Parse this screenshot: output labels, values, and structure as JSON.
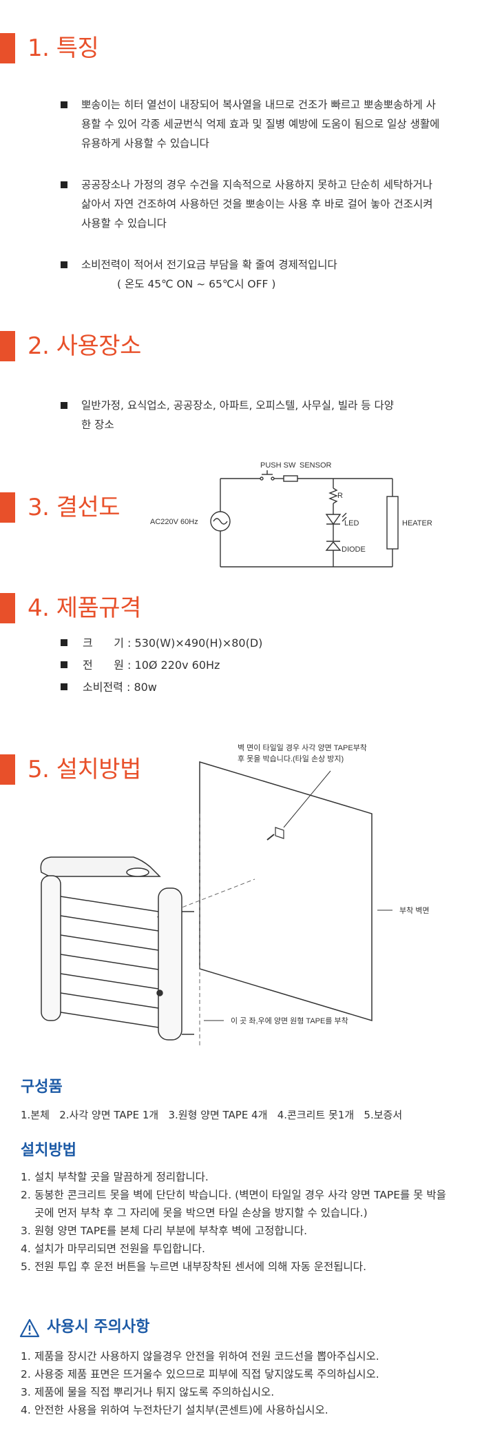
{
  "sections": {
    "features": {
      "title": "1. 특징",
      "items": [
        "뽀송이는 히터 열선이 내장되어 복사열을 내므로 건조가 빠르고 뽀송뽀송하게 사용할 수 있어 각종 세균번식 억제 효과 및 질병 예방에 도움이 됨으로 일상 생활에 유용하게 사용할 수 있습니다",
        "공공장소나 가정의 경우 수건을 지속적으로 사용하지 못하고 단순히 세탁하거나 삶아서 자연 건조하여 사용하던 것을 뽀송이는 사용 후 바로 걸어 놓아 건조시켜 사용할 수 있습니다",
        "소비전력이 적어서 전기요금 부담을 확 줄여 경제적입니다"
      ],
      "temp_note": "( 온도 45℃ ON ~ 65℃시 OFF )"
    },
    "usage": {
      "title": "2. 사용장소",
      "items": [
        "일반가정, 요식업소, 공공장소, 아파트, 오피스텔, 사무실, 빌라 등 다양한 장소"
      ]
    },
    "wiring": {
      "title": "3. 결선도",
      "labels": {
        "push_sw": "PUSH SW",
        "sensor": "SENSOR",
        "r": "R",
        "led": "LED",
        "diode": "DIODE",
        "heater": "HEATER",
        "ac": "AC220V 60Hz"
      }
    },
    "spec": {
      "title": "4. 제품규격",
      "rows": [
        "크      기 : 530(W)×490(H)×80(D)",
        "전      원 : 10Ø 220v 60Hz",
        "소비전력 : 80w"
      ]
    },
    "install": {
      "title": "5. 설치방법",
      "callouts": {
        "tape_note_1": "벽 면이 타일일 경우 사각 양면 TAPE부착",
        "tape_note_2": "후 못을 박습니다.(타일 손상 방지)",
        "wall": "부착 벽면",
        "round_tape": "이 곳 좌,우에 양면 원형 TAPE를 부착"
      }
    }
  },
  "components": {
    "title": "구성품",
    "text": "1.본체   2.사각 양면 TAPE 1개   3.원형 양면 TAPE 4개   4.콘크리트 못1개   5.보증서"
  },
  "install_steps": {
    "title": "설치방법",
    "items": [
      "설치 부착할 곳을 말끔하게 정리합니다.",
      "동봉한 콘크리트 못을 벽에 단단히 박습니다. (벽면이 타일일 경우 사각 양면 TAPE를 못 박을곳에 먼저 부착 후 그 자리에 못을 박으면 타일 손상을 방지할 수 있습니다.)",
      "원형 양면 TAPE를 본체 다리 부분에 부착후 벽에 고정합니다.",
      "설치가 마무리되면 전원을 투입합니다.",
      "전원 투입 후 운전 버튼을 누르면 내부장착된 센서에 의해 자동 운전됩니다."
    ]
  },
  "cautions": {
    "title": "사용시 주의사항",
    "items": [
      "제품을 장시간 사용하지 않을경우 안전을 위하여 전원 코드선을 뽑아주십시오.",
      "사용중 제품 표면은 뜨거울수 있으므로 피부에 직접 닿지않도록 주의하십시오.",
      "제품에 물을 직접 뿌리거나 튀지 않도록 주의하십시오.",
      "안전한 사용을 위하여 누전차단기 설치부(콘센트)에 사용하십시오."
    ]
  },
  "colors": {
    "accent": "#e8502a",
    "blue": "#1c5aa6",
    "text": "#333333"
  }
}
